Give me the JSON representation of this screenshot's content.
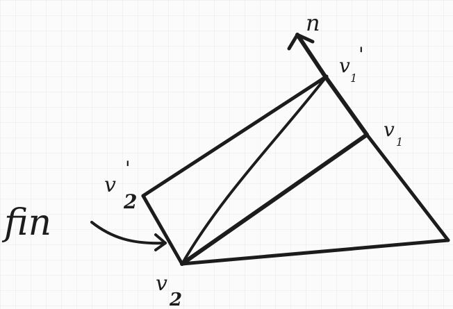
{
  "diagram": {
    "labels": {
      "normal": "n",
      "v1_prime": "v",
      "v1_prime_sub": "1",
      "v1_prime_mark": "'",
      "v1": "v",
      "v1_sub": "1",
      "v2_prime": "v",
      "v2_prime_sub": "2",
      "v2_prime_mark": "'",
      "v2": "v",
      "v2_sub": "2",
      "fin": "fin"
    },
    "ink_color": "#1c1c1c"
  }
}
